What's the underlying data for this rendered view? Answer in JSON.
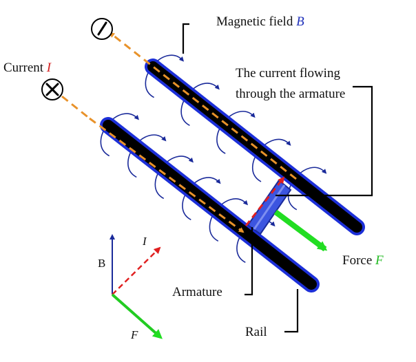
{
  "labels": {
    "magnetic_field": "Magnetic field",
    "magnetic_field_symbol": "B",
    "current": "Current",
    "current_symbol": "I",
    "armature_current_line1": "The current flowing",
    "armature_current_line2": "through the armature",
    "force": "Force",
    "force_symbol": "F",
    "armature": "Armature",
    "rail": "Rail",
    "axis_b": "B",
    "axis_i": "I",
    "axis_f": "F"
  },
  "colors": {
    "rail_fill": "#000000",
    "rail_outline": "#1c2fd8",
    "field_lines": "#1a2a9a",
    "current_arrow": "#e8922a",
    "armature_current": "#e02020",
    "force": "#22dd22",
    "label_text": "#111111",
    "symbol_blue": "#2233bb",
    "symbol_red": "#d42020",
    "symbol_green": "#22bb22"
  },
  "icons": {
    "current_out": "circled-dot-icon",
    "current_in": "circled-cross-icon"
  }
}
